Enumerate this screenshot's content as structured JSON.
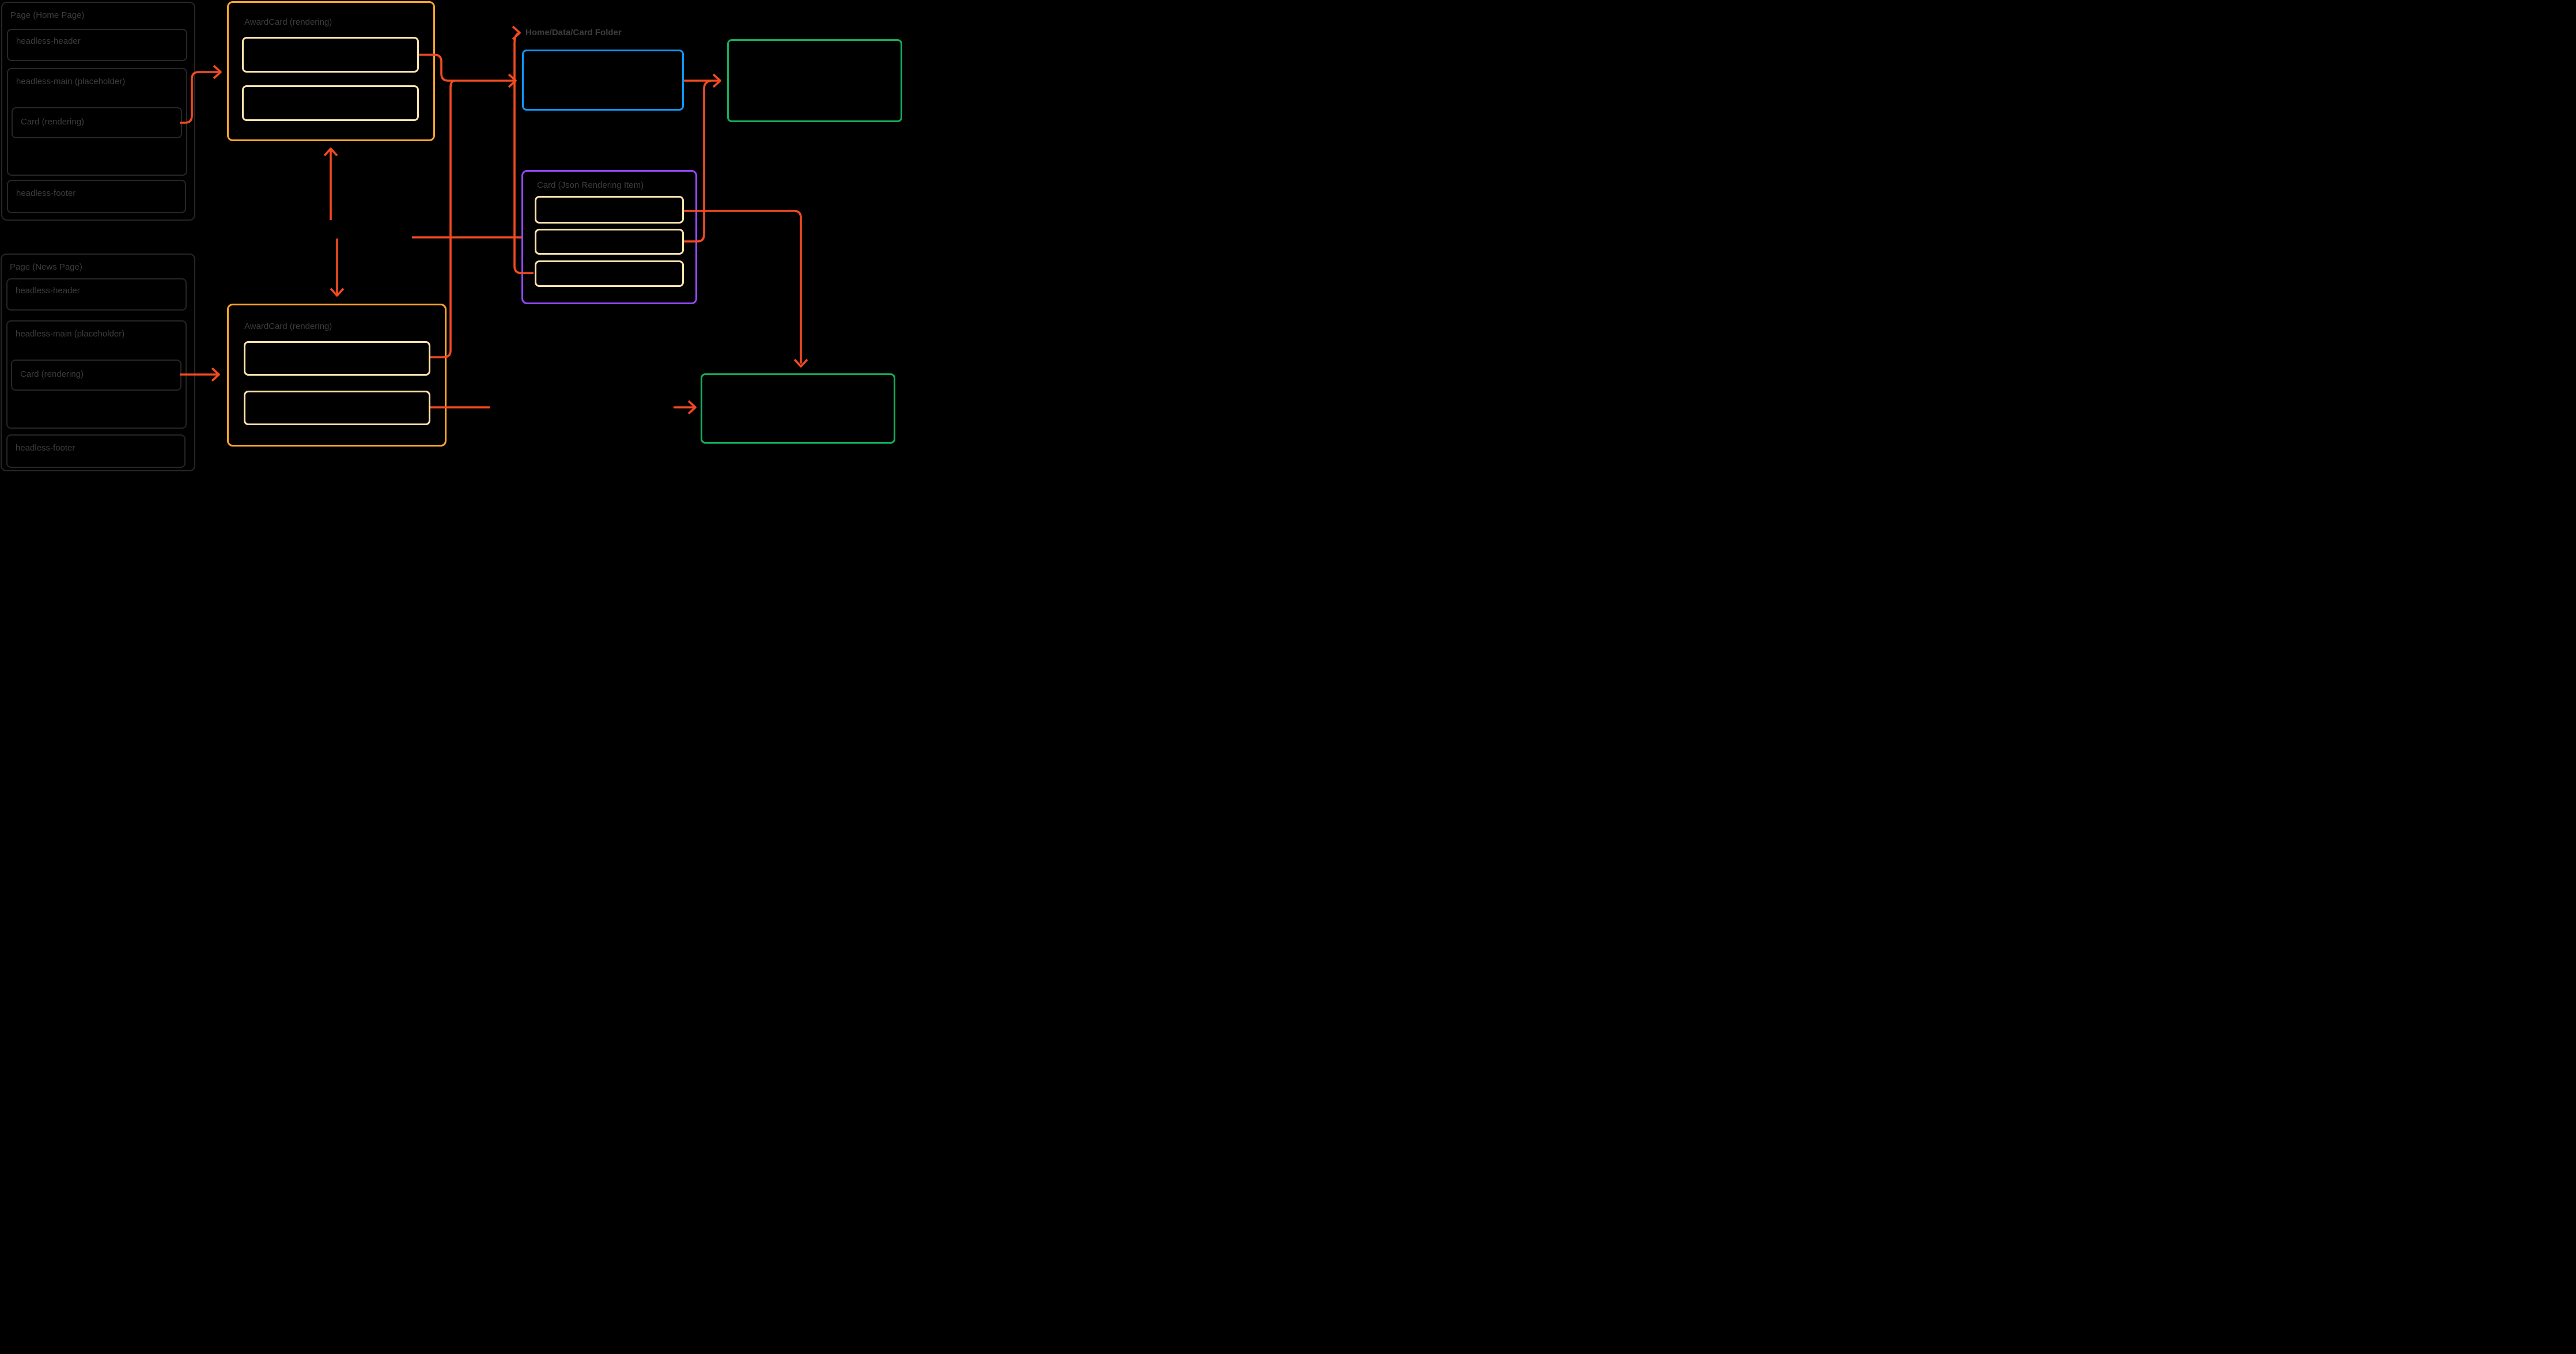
{
  "diagram": {
    "background": "#000000",
    "pages": [
      {
        "title": "Page (Home Page)",
        "header_label": "headless-header",
        "main_label": "headless-main (placeholder)",
        "card_label": "Card (rendering)",
        "footer_label": "headless-footer"
      },
      {
        "title": "Page (News Page)",
        "header_label": "headless-header",
        "main_label": "headless-main (placeholder)",
        "card_label": "Card (rendering)",
        "footer_label": "headless-footer"
      }
    ],
    "award_cards": [
      {
        "title": "AwardCard (rendering)",
        "field_slots": 2
      },
      {
        "title": "AwardCard (rendering)",
        "field_slots": 2
      }
    ],
    "card_folder_label": "Home/Data/Card Folder",
    "json_rendering_item": {
      "title": "Card (Json Rendering Item)",
      "field_slots": 3
    },
    "colors": {
      "canvas_background": "#000000",
      "page_outline": "#272727",
      "label_text": "#3d3d3d",
      "rendering_outline": "#FFA629",
      "field_outline": "#FFE3AD",
      "datasource_folder_outline": "#0D99FF",
      "result_outline": "#14AE5C",
      "json_item_outline": "#9747FF",
      "connector": "#F24A21"
    }
  }
}
